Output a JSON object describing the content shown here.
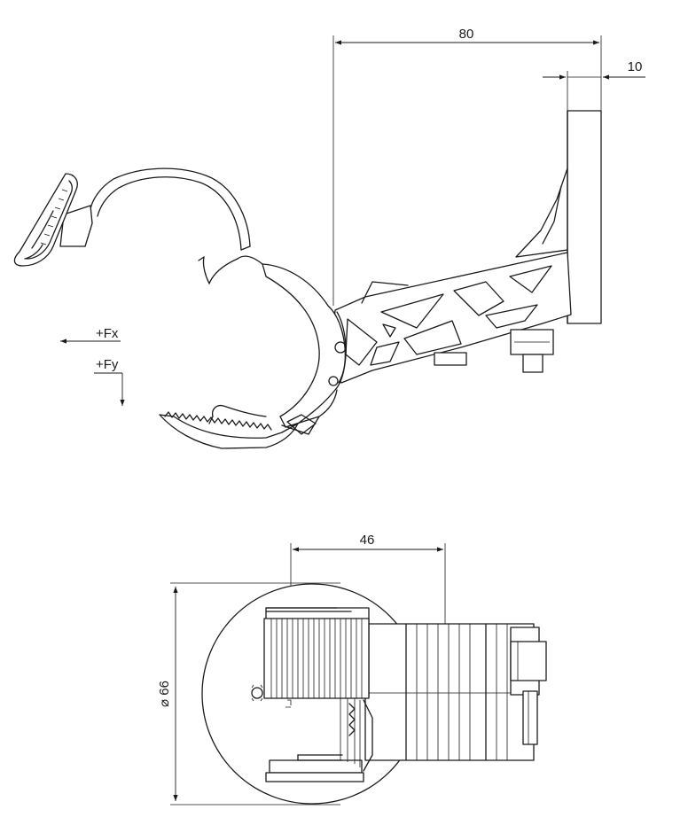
{
  "dimensions": {
    "side_view_width": "80",
    "side_view_plate": "10",
    "top_view_offset": "46",
    "top_view_diameter": "⌀ 66"
  },
  "forces": {
    "fx_label": "+Fx",
    "fy_label": "+Fy"
  }
}
